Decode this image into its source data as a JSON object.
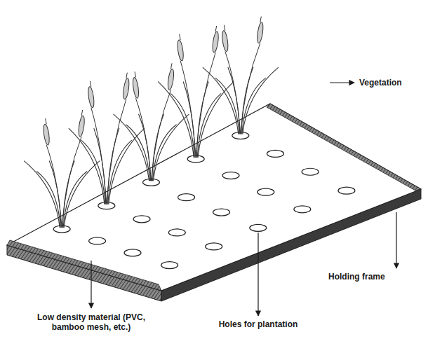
{
  "diagram": {
    "labels": [
      "Vegetation",
      "Low density material (PVC, bamboo mesh, etc.)",
      "Holes for plantation",
      "Holding frame"
    ]
  }
}
